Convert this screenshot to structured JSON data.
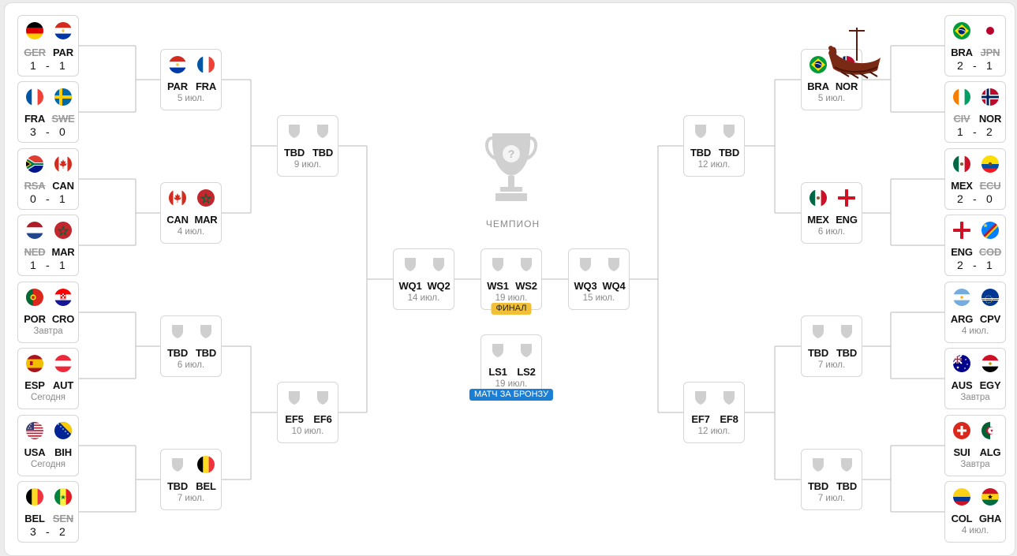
{
  "champion_label": "ЧЕМПИОН",
  "round_of_32": [
    {
      "id": "r32-ger-par",
      "t1": {
        "code": "GER",
        "flag": "germany-flag",
        "lost": true
      },
      "t2": {
        "code": "PAR",
        "flag": "paraguay-flag",
        "lost": false
      },
      "score": {
        "s1": "1",
        "dash": "-",
        "s2": "1"
      }
    },
    {
      "id": "r32-fra-swe",
      "t1": {
        "code": "FRA",
        "flag": "france-flag",
        "lost": false
      },
      "t2": {
        "code": "SWE",
        "flag": "sweden-flag",
        "lost": true
      },
      "score": {
        "s1": "3",
        "dash": "-",
        "s2": "0"
      }
    },
    {
      "id": "r32-rsa-can",
      "t1": {
        "code": "RSA",
        "flag": "south-africa-flag",
        "lost": true
      },
      "t2": {
        "code": "CAN",
        "flag": "canada-flag",
        "lost": false
      },
      "score": {
        "s1": "0",
        "dash": "-",
        "s2": "1"
      }
    },
    {
      "id": "r32-ned-mar",
      "t1": {
        "code": "NED",
        "flag": "netherlands-flag",
        "lost": true
      },
      "t2": {
        "code": "MAR",
        "flag": "morocco-flag",
        "lost": false
      },
      "score": {
        "s1": "1",
        "dash": "-",
        "s2": "1"
      }
    },
    {
      "id": "r32-por-cro",
      "t1": {
        "code": "POR",
        "flag": "portugal-flag",
        "lost": false
      },
      "t2": {
        "code": "CRO",
        "flag": "croatia-flag",
        "lost": false
      },
      "sub": "Завтра"
    },
    {
      "id": "r32-esp-aut",
      "t1": {
        "code": "ESP",
        "flag": "spain-flag",
        "lost": false
      },
      "t2": {
        "code": "AUT",
        "flag": "austria-flag",
        "lost": false
      },
      "sub": "Сегодня"
    },
    {
      "id": "r32-usa-bih",
      "t1": {
        "code": "USA",
        "flag": "usa-flag",
        "lost": false
      },
      "t2": {
        "code": "BIH",
        "flag": "bosnia-flag",
        "lost": false
      },
      "sub": "Сегодня"
    },
    {
      "id": "r32-bel-sen",
      "t1": {
        "code": "BEL",
        "flag": "belgium-flag",
        "lost": false
      },
      "t2": {
        "code": "SEN",
        "flag": "senegal-flag",
        "lost": true
      },
      "score": {
        "s1": "3",
        "dash": "-",
        "s2": "2"
      }
    },
    {
      "id": "r32-bra-jpn",
      "t1": {
        "code": "BRA",
        "flag": "brazil-flag",
        "lost": false
      },
      "t2": {
        "code": "JPN",
        "flag": "japan-flag",
        "lost": true
      },
      "score": {
        "s1": "2",
        "dash": "-",
        "s2": "1"
      }
    },
    {
      "id": "r32-civ-nor",
      "t1": {
        "code": "CIV",
        "flag": "ivory-coast-flag",
        "lost": true
      },
      "t2": {
        "code": "NOR",
        "flag": "norway-flag",
        "lost": false
      },
      "score": {
        "s1": "1",
        "dash": "-",
        "s2": "2"
      }
    },
    {
      "id": "r32-mex-ecu",
      "t1": {
        "code": "MEX",
        "flag": "mexico-flag",
        "lost": false
      },
      "t2": {
        "code": "ECU",
        "flag": "ecuador-flag",
        "lost": true
      },
      "score": {
        "s1": "2",
        "dash": "-",
        "s2": "0"
      }
    },
    {
      "id": "r32-eng-cod",
      "t1": {
        "code": "ENG",
        "flag": "england-flag",
        "lost": false
      },
      "t2": {
        "code": "COD",
        "flag": "dr-congo-flag",
        "lost": true
      },
      "score": {
        "s1": "2",
        "dash": "-",
        "s2": "1"
      }
    },
    {
      "id": "r32-arg-cpv",
      "t1": {
        "code": "ARG",
        "flag": "argentina-flag",
        "lost": false
      },
      "t2": {
        "code": "CPV",
        "flag": "cape-verde-flag",
        "lost": false
      },
      "sub": "4 июл."
    },
    {
      "id": "r32-aus-egy",
      "t1": {
        "code": "AUS",
        "flag": "australia-flag",
        "lost": false
      },
      "t2": {
        "code": "EGY",
        "flag": "egypt-flag",
        "lost": false
      },
      "sub": "Завтра"
    },
    {
      "id": "r32-sui-alg",
      "t1": {
        "code": "SUI",
        "flag": "switzerland-flag",
        "lost": false
      },
      "t2": {
        "code": "ALG",
        "flag": "algeria-flag",
        "lost": false
      },
      "sub": "Завтра"
    },
    {
      "id": "r32-col-gha",
      "t1": {
        "code": "COL",
        "flag": "colombia-flag",
        "lost": false
      },
      "t2": {
        "code": "GHA",
        "flag": "ghana-flag",
        "lost": false
      },
      "sub": "4 июл."
    }
  ],
  "round_of_16": [
    {
      "id": "r16-par-fra",
      "t1": {
        "code": "PAR",
        "flag": "paraguay-flag"
      },
      "t2": {
        "code": "FRA",
        "flag": "france-flag"
      },
      "sub": "5 июл."
    },
    {
      "id": "r16-can-mar",
      "t1": {
        "code": "CAN",
        "flag": "canada-flag"
      },
      "t2": {
        "code": "MAR",
        "flag": "morocco-flag"
      },
      "sub": "4 июл."
    },
    {
      "id": "r16-tbd-tbd-left-1",
      "t1": {
        "code": "TBD",
        "flag": "tbd-shield"
      },
      "t2": {
        "code": "TBD",
        "flag": "tbd-shield"
      },
      "sub": "6 июл."
    },
    {
      "id": "r16-tbd-bel",
      "t1": {
        "code": "TBD",
        "flag": "tbd-shield"
      },
      "t2": {
        "code": "BEL",
        "flag": "belgium-flag"
      },
      "sub": "7 июл."
    },
    {
      "id": "r16-bra-nor",
      "t1": {
        "code": "BRA",
        "flag": "brazil-flag"
      },
      "t2": {
        "code": "NOR",
        "flag": "norway-flag"
      },
      "sub": "5 июл."
    },
    {
      "id": "r16-mex-eng",
      "t1": {
        "code": "MEX",
        "flag": "mexico-flag"
      },
      "t2": {
        "code": "ENG",
        "flag": "england-flag"
      },
      "sub": "6 июл."
    },
    {
      "id": "r16-tbd-tbd-right-1",
      "t1": {
        "code": "TBD",
        "flag": "tbd-shield"
      },
      "t2": {
        "code": "TBD",
        "flag": "tbd-shield"
      },
      "sub": "7 июл."
    },
    {
      "id": "r16-tbd-tbd-right-2",
      "t1": {
        "code": "TBD",
        "flag": "tbd-shield"
      },
      "t2": {
        "code": "TBD",
        "flag": "tbd-shield"
      },
      "sub": "7 июл."
    }
  ],
  "quarter_finals": [
    {
      "id": "qf-left-top",
      "t1": {
        "code": "TBD",
        "flag": "tbd-shield"
      },
      "t2": {
        "code": "TBD",
        "flag": "tbd-shield"
      },
      "sub": "9 июл."
    },
    {
      "id": "qf-left-bottom",
      "t1": {
        "code": "EF5",
        "flag": "tbd-shield"
      },
      "t2": {
        "code": "EF6",
        "flag": "tbd-shield"
      },
      "sub": "10 июл."
    },
    {
      "id": "qf-right-top",
      "t1": {
        "code": "TBD",
        "flag": "tbd-shield"
      },
      "t2": {
        "code": "TBD",
        "flag": "tbd-shield"
      },
      "sub": "12 июл."
    },
    {
      "id": "qf-right-bottom",
      "t1": {
        "code": "EF7",
        "flag": "tbd-shield"
      },
      "t2": {
        "code": "EF8",
        "flag": "tbd-shield"
      },
      "sub": "12 июл."
    }
  ],
  "semi_finals": [
    {
      "id": "sf-left",
      "t1": {
        "code": "WQ1",
        "flag": "tbd-shield"
      },
      "t2": {
        "code": "WQ2",
        "flag": "tbd-shield"
      },
      "sub": "14 июл."
    },
    {
      "id": "sf-right",
      "t1": {
        "code": "WQ3",
        "flag": "tbd-shield"
      },
      "t2": {
        "code": "WQ4",
        "flag": "tbd-shield"
      },
      "sub": "15 июл."
    }
  ],
  "final": {
    "id": "final",
    "t1": {
      "code": "WS1",
      "flag": "tbd-shield"
    },
    "t2": {
      "code": "WS2",
      "flag": "tbd-shield"
    },
    "sub": "19 июл.",
    "badge": "ФИНАЛ"
  },
  "bronze": {
    "id": "bronze-match",
    "t1": {
      "code": "LS1",
      "flag": "tbd-shield"
    },
    "t2": {
      "code": "LS2",
      "flag": "tbd-shield"
    },
    "sub": "19 июл.",
    "badge": "МАТЧ ЗА БРОНЗУ"
  },
  "colors": {
    "line": "#c8c8c8",
    "card_border": "#d6d6d6",
    "final_badge": "#f2c037",
    "bronze_badge": "#1a7fd4",
    "muted": "#8a8a8a"
  }
}
